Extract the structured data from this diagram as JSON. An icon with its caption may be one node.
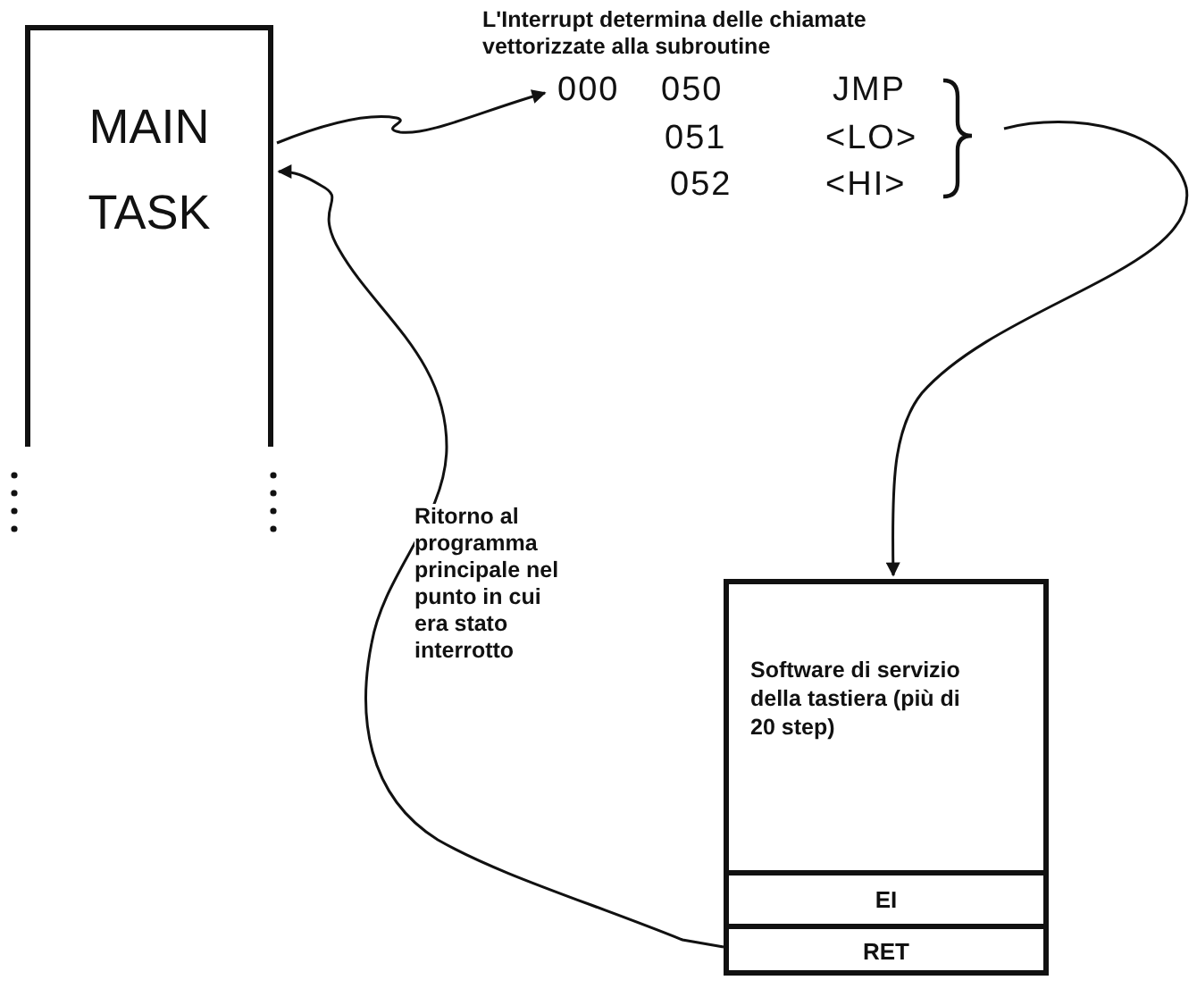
{
  "diagram": {
    "nodes": [
      {
        "text": [
          "MAIN TASK"
        ]
      },
      {
        "text": [
          "000",
          "050",
          "JMP",
          "051",
          "<LO>",
          "052",
          "<HI>"
        ]
      },
      {
        "text": [],
        "shape": "box"
      },
      {
        "text": [
          "Software di servizio della tastiera (più di 20 step)"
        ],
        "in": 2
      },
      {
        "text": [
          "EI"
        ],
        "in": 2
      },
      {
        "text": [
          "RET"
        ],
        "in": 2
      }
    ],
    "edges": [
      {
        "from": 0,
        "to": 1,
        "arrow": "to"
      },
      {
        "from": 1,
        "to": 2,
        "arrow": "to"
      },
      {
        "from": 5,
        "to": 0,
        "arrow": "to",
        "label": "Ritorno al programma principale nel punto in cui era stato interrotto"
      }
    ],
    "labels": [
      "L'Interrupt determina delle chiamate vettorizzate alla subroutine"
    ]
  }
}
